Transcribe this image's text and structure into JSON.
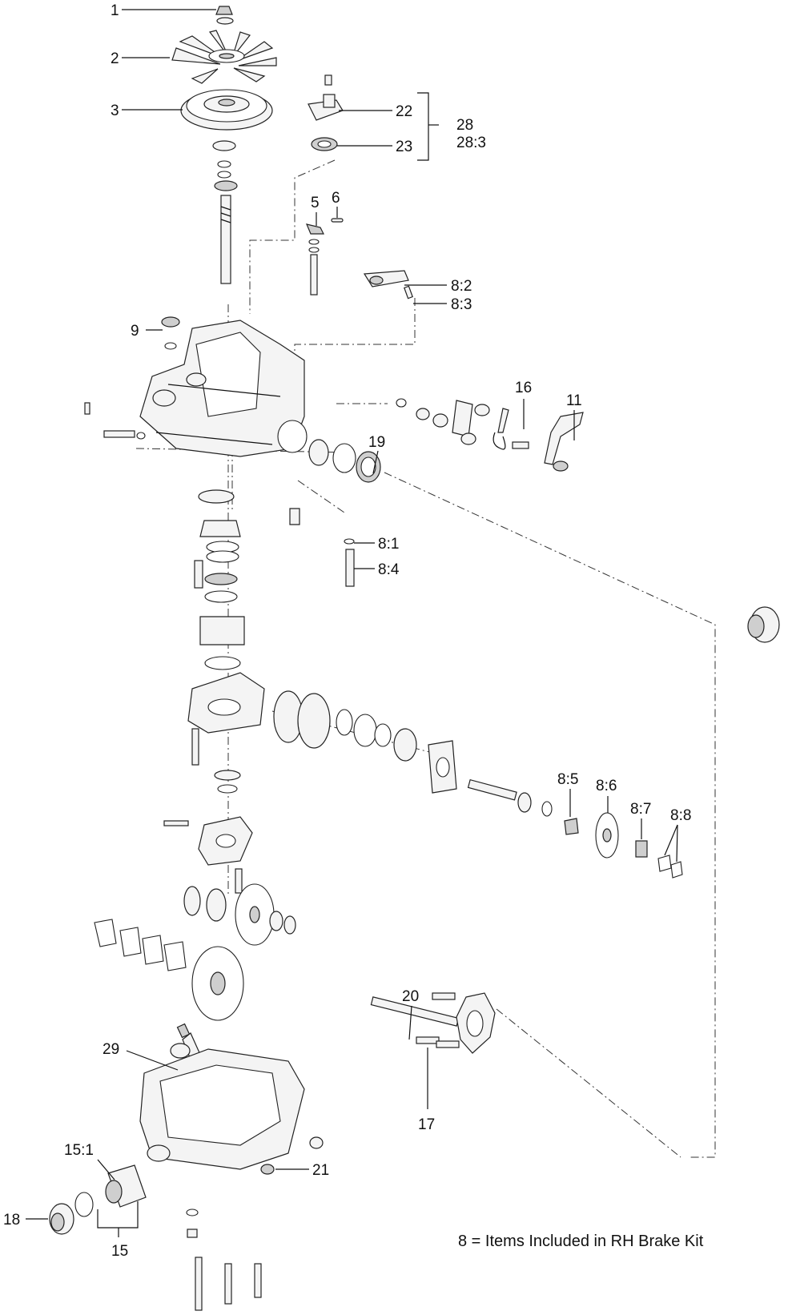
{
  "callouts": {
    "c1": "1",
    "c2": "2",
    "c3": "3",
    "c5": "5",
    "c6": "6",
    "c9": "9",
    "c11": "11",
    "c15": "15",
    "c15_1": "15:1",
    "c16": "16",
    "c17": "17",
    "c18": "18",
    "c19": "19",
    "c20": "20",
    "c21": "21",
    "c22": "22",
    "c23": "23",
    "c28": "28",
    "c28_3": "28:3",
    "c29": "29",
    "c8_1": "8:1",
    "c8_2": "8:2",
    "c8_3": "8:3",
    "c8_4": "8:4",
    "c8_5": "8:5",
    "c8_6": "8:6",
    "c8_7": "8:7",
    "c8_8": "8:8"
  },
  "footnote": "8 = Items Included in RH Brake Kit"
}
